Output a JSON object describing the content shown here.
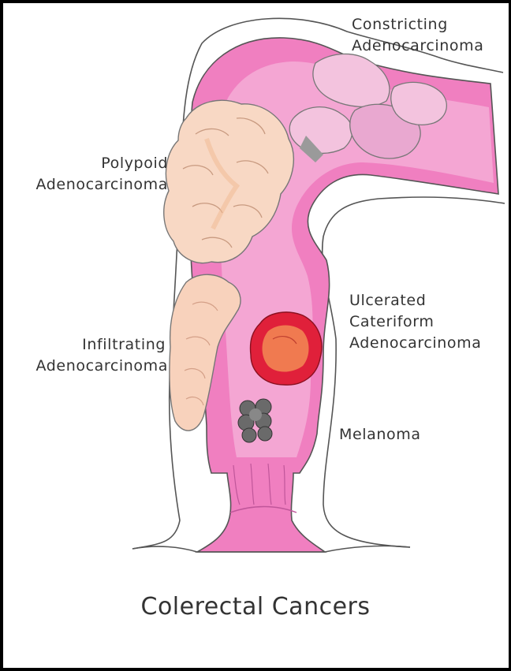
{
  "labels": {
    "constricting": [
      "Constricting",
      "Adenocarcinoma"
    ],
    "polypoid": [
      "Polypoid",
      "Adenocarcinoma"
    ],
    "ulcerated": [
      "Ulcerated",
      "Cateriform",
      "Adenocarcinoma"
    ],
    "infiltrating": [
      "Infiltrating",
      "Adenocarcinoma"
    ],
    "melanoma": "Melanoma"
  },
  "title": "Colerectal Cancers",
  "colors": {
    "colon_pink": "#f07fc0",
    "colon_light": "#f6b3da",
    "outline": "#555555",
    "polyp": "#f8d8c4",
    "ulcer_red": "#e0203a",
    "ulcer_orange": "#f07a50",
    "melanoma_gray": "#6a6a6a"
  }
}
